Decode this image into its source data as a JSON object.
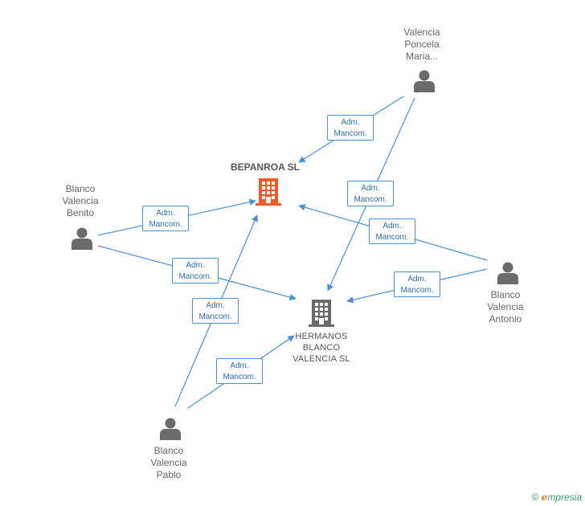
{
  "people": {
    "valencia_poncela": "Valencia\nPoncela\nMaria...",
    "blanco_benito": "Blanco\nValencia\nBenito",
    "blanco_antonio": "Blanco\nValencia\nAntonio",
    "blanco_pablo": "Blanco\nValencia\nPablo"
  },
  "companies": {
    "bepanroa": "BEPANROA SL",
    "hermanos": "HERMANOS\nBLANCO\nVALENCIA SL"
  },
  "relation": {
    "line1": "Adm.",
    "line2": "Mancom."
  },
  "colors": {
    "edge": "#4a90d9",
    "person_icon": "#6b6b6b",
    "company_main": "#f05a28",
    "company_other": "#6b6b6b"
  },
  "footer": {
    "copyright": "©",
    "brand_e": "e",
    "brand_rest": "mpresia"
  }
}
